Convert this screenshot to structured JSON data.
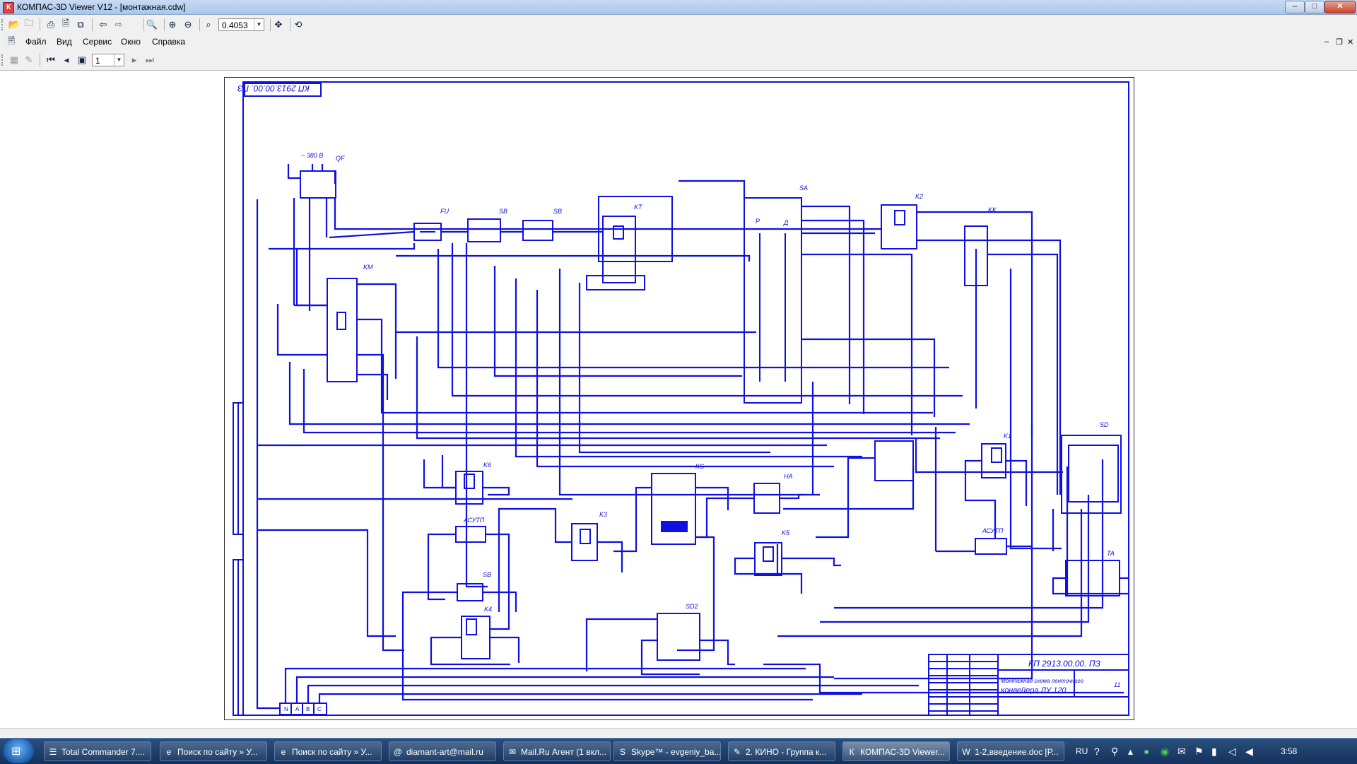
{
  "window": {
    "title": "КОМПАС-3D Viewer V12 - [монтажная.cdw]",
    "app_icon_letter": "К",
    "minimize": "–",
    "maximize": "□",
    "close": "✕"
  },
  "toolbar": {
    "zoom_value": "0.4053",
    "page_value": "1"
  },
  "menu": {
    "items": [
      "Файл",
      "Вид",
      "Сервис",
      "Окно",
      "Справка"
    ],
    "mdi_minimize": "–",
    "mdi_restore": "❐",
    "mdi_close": "✕"
  },
  "drawing": {
    "line_color": "#1010e0",
    "stamp_code": "КП 2913.00.00. ПЗ",
    "stamp_code_rotated": "КП 2913.00.00. ПЗ",
    "sheet_title_line1": "Монтажная схема ленточного",
    "sheet_title_line2": "конвейера ЛУ 120",
    "sheet_number": "11",
    "supply_label": "~ 380 В",
    "labels": {
      "qf": "QF",
      "fu": "FU",
      "sb1": "SB",
      "sb2": "SB",
      "kt": "KT",
      "sa": "SA",
      "k2": "K2",
      "kk": "KK",
      "km": "KM",
      "sa_p": "Р",
      "sa_d": "Д",
      "k6": "K6",
      "ks": "KS",
      "ha": "HA",
      "k1": "K1",
      "sd": "SD",
      "asutp1": "АСУТП",
      "asutp2": "АСУТП",
      "k3": "K3",
      "k5": "K5",
      "ta": "TA",
      "sb3": "SB",
      "k4": "K4",
      "sd2": "SD2"
    },
    "terminals": [
      "N",
      "A",
      "B",
      "C"
    ]
  },
  "taskbar": {
    "start_glyph": "⊞",
    "tasks": [
      {
        "label": "Total Commander 7....",
        "icon": "☰"
      },
      {
        "label": "Поиск по сайту » У...",
        "icon": "e"
      },
      {
        "label": "Поиск по сайту » У...",
        "icon": "e"
      },
      {
        "label": "diamant-art@mail.ru",
        "icon": "@"
      },
      {
        "label": "Mail.Ru Агент (1 вкл...",
        "icon": "✉"
      },
      {
        "label": "Skype™ - evgeniy_ba...",
        "icon": "S"
      },
      {
        "label": "2. КИНО - Группа к...",
        "icon": "✎"
      },
      {
        "label": "КОМПАС-3D Viewer...",
        "icon": "К"
      },
      {
        "label": "1-2,введение.doc [Р...",
        "icon": "W"
      }
    ],
    "lang": "RU",
    "clock": "3:58"
  }
}
